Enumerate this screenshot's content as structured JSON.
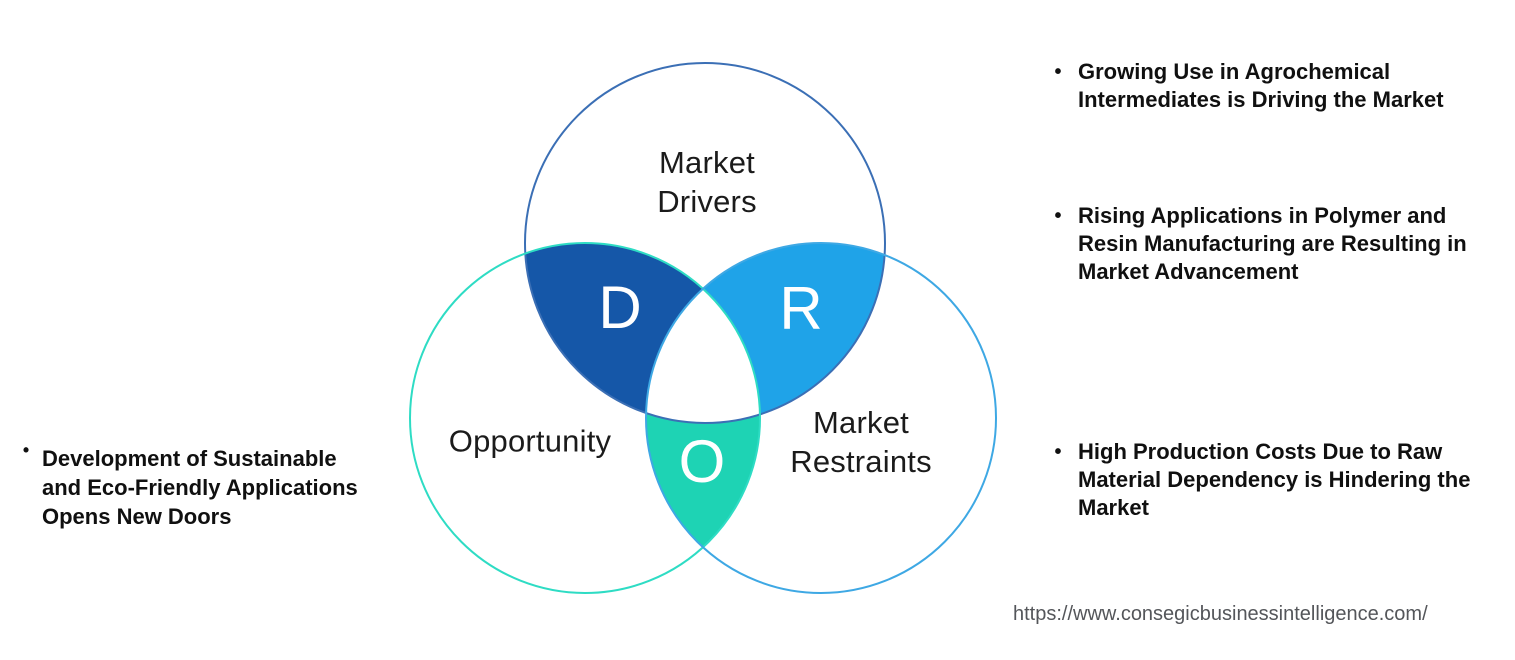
{
  "diagram": {
    "type": "venn",
    "circles": {
      "drivers": {
        "label_lines": [
          "Market",
          "Drivers"
        ],
        "outline": "#3B6FB5"
      },
      "opportunity": {
        "label": "Opportunity",
        "outline": "#2EDCC4"
      },
      "restraints": {
        "label_lines": [
          "Market",
          "Restraints"
        ],
        "outline": "#3EA8E4"
      }
    },
    "regions": {
      "d": {
        "letter": "D",
        "fill": "#1557A8"
      },
      "r": {
        "letter": "R",
        "fill": "#1FA3E8"
      },
      "o": {
        "letter": "O",
        "fill": "#1ED3B4"
      },
      "center": {
        "fill": "#ffffff"
      }
    }
  },
  "bullets": {
    "marker": "•",
    "left": [
      {
        "lines": [
          "Development of Sustainable",
          "and Eco-Friendly Applications",
          "Opens New Doors"
        ]
      }
    ],
    "right": [
      {
        "lines": [
          "Growing Use in Agrochemical",
          "Intermediates is Driving the Market"
        ]
      },
      {
        "lines": [
          "Rising Applications in Polymer and",
          "Resin Manufacturing are Resulting in",
          "Market Advancement"
        ]
      },
      {
        "lines": [
          "High Production Costs Due to Raw",
          "Material Dependency is Hindering the",
          "Market"
        ]
      }
    ]
  },
  "footer": {
    "url": "https://www.consegicbusinessintelligence.com/"
  }
}
